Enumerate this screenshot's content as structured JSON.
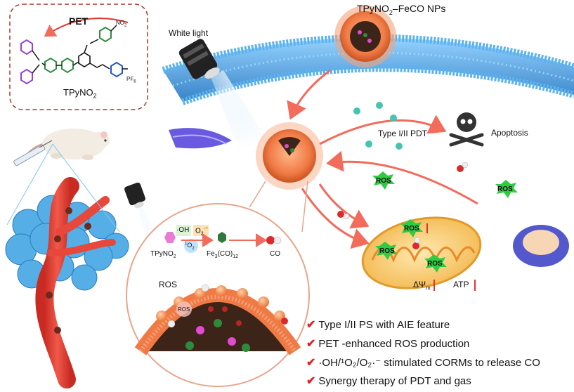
{
  "labels": {
    "molecule_name": "TPyNO",
    "molecule_sub": "2",
    "pet": "PET",
    "no2": "NO",
    "no2_sub": "2",
    "pf6": "PF",
    "pf6_sub": "6",
    "nps": "TPyNO",
    "nps_sub": "2",
    "nps_tail": "–FeCO NPs",
    "white_light": "White light",
    "type_pdt": "Type I/II PDT",
    "apoptosis": "Apoptosis",
    "ros": "ROS",
    "co": "CO",
    "oh": "·OH",
    "o2_rad": "O",
    "o2_rad_sub": "2",
    "o2_rad_sup": "·−",
    "singlet_o2": "O",
    "singlet_o2_pre": "1",
    "singlet_o2_sub": "2",
    "tpyno2": "TPyNO",
    "tpyno2_sub": "2",
    "fe": "Fe",
    "fe_sub1": "3",
    "fe_co": "(CO)",
    "fe_sub2": "12",
    "delta_psi": "ΔΨ",
    "delta_psi_sub": "m",
    "atp": "ATP",
    "ros_inset": "ROS"
  },
  "features": [
    "Type I/II PS with AIE feature",
    "PET -enhanced ROS production",
    "·OH/¹O₂/O₂·⁻ stimulated CORMs to release CO",
    "Synergy therapy of PDT and gas"
  ],
  "colors": {
    "membrane": "#4da3e0",
    "np_shell": "#f07a45",
    "arrow": "#f26b5b",
    "ros_star": "#2ecc40",
    "vessel": "#e8473b",
    "tumor": "#55aee6",
    "check": "#e02020",
    "molecule_purple": "#9b3fd1",
    "molecule_green": "#2e8b3d",
    "molecule_blue": "#2255cc"
  }
}
